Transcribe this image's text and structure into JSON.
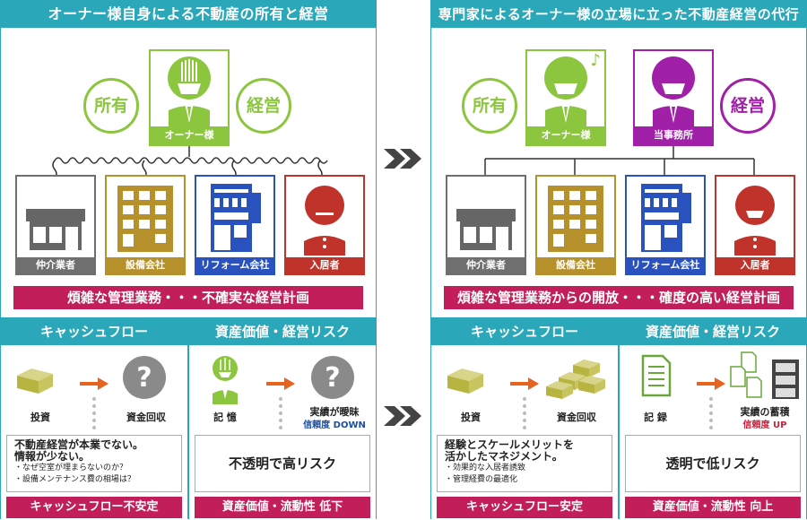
{
  "left": {
    "title": "オーナー様自身による不動産の所有と経営",
    "circle_left": "所有",
    "circle_right": "経営",
    "owner_caption": "オーナー様",
    "units": [
      "仲介業者",
      "設備会社",
      "リフォーム会社",
      "入居者"
    ],
    "bar": "煩雑な管理業務・・・不確実な経営計画",
    "cashflow": {
      "title": "キャッシュフロー",
      "from": "投資",
      "to": "資金回収",
      "note_line1": "不動産経営が本業でない。",
      "note_line2": "情報が少ない。",
      "bullet1": "・なぜ空室が埋まらないのか？",
      "bullet2": "・設備メンテナンス費の相場は？",
      "footer": "キャッシュフロー不安定"
    },
    "risk": {
      "title": "資産価値・経営リスク",
      "from": "記 憶",
      "to": "実績が曖昧",
      "to_sub": "信頼度 DOWN",
      "note": "不透明で高リスク",
      "footer": "資産価値・流動性 低下"
    }
  },
  "right": {
    "title": "専門家によるオーナー様の立場に立った不動産経営の代行",
    "circle_left": "所有",
    "circle_right": "経営",
    "owner_caption": "オーナー様",
    "office_caption": "当事務所",
    "music_note": "♪",
    "units": [
      "仲介業者",
      "設備会社",
      "リフォーム会社",
      "入居者"
    ],
    "bar": "煩雑な管理業務からの開放・・・確度の高い経営計画",
    "cashflow": {
      "title": "キャッシュフロー",
      "from": "投資",
      "to": "資金回収",
      "note_line1": "経験とスケールメリットを",
      "note_line2": "活かしたマネジメント。",
      "bullet1": "・効果的な入居者誘致",
      "bullet2": "・管理経費の最適化",
      "footer": "キャッシュフロー安定"
    },
    "risk": {
      "title": "資産価値・経営リスク",
      "from": "記 録",
      "to": "実績の蓄積",
      "to_sub": "信頼度 UP",
      "note": "透明で低リスク",
      "footer": "資産価値・流動性 向上"
    }
  },
  "colors": {
    "teal": "#2aa7b8",
    "green": "#8cc63f",
    "purple": "#a020a8",
    "magenta_bar": "#c21f5a",
    "gray": "#6f6f6f",
    "gold": "#b6902a",
    "blue": "#2a52be",
    "red": "#c0332a",
    "arrow_orange": "#e8641e",
    "down_blue": "#1a4fa0",
    "up_red": "#d0203a"
  }
}
